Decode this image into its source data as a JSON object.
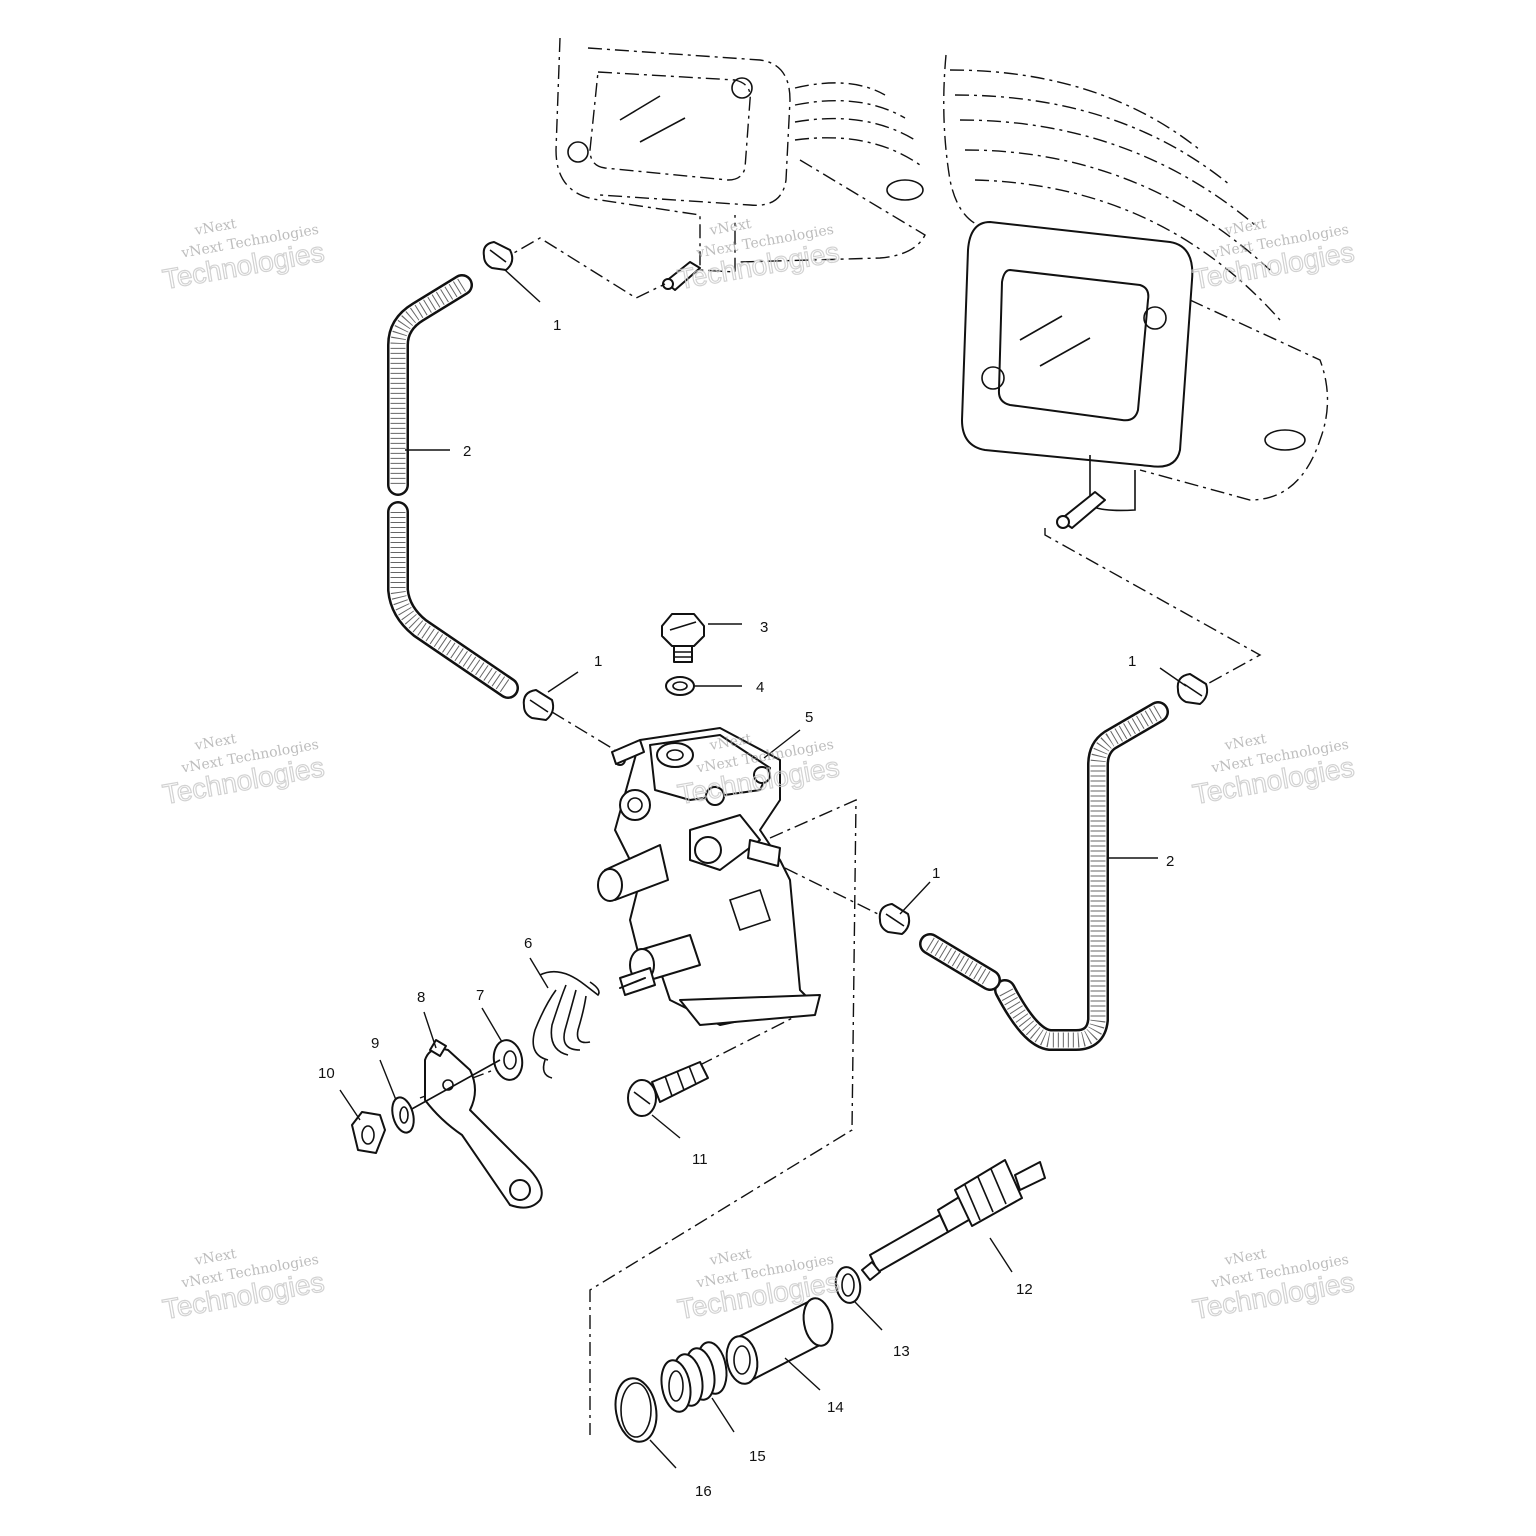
{
  "callouts": {
    "c1a": "1",
    "c2a": "2",
    "c3": "3",
    "c4": "4",
    "c1b": "1",
    "c5": "5",
    "c1c": "1",
    "c2b": "2",
    "c1d": "1",
    "c6": "6",
    "c7": "7",
    "c8": "8",
    "c9": "9",
    "c10": "10",
    "c11": "11",
    "c12": "12",
    "c13": "13",
    "c14": "14",
    "c15": "15",
    "c16": "16"
  },
  "watermark": {
    "brand": "vNext",
    "company": "vNext Technologies",
    "word": "Technologies"
  }
}
